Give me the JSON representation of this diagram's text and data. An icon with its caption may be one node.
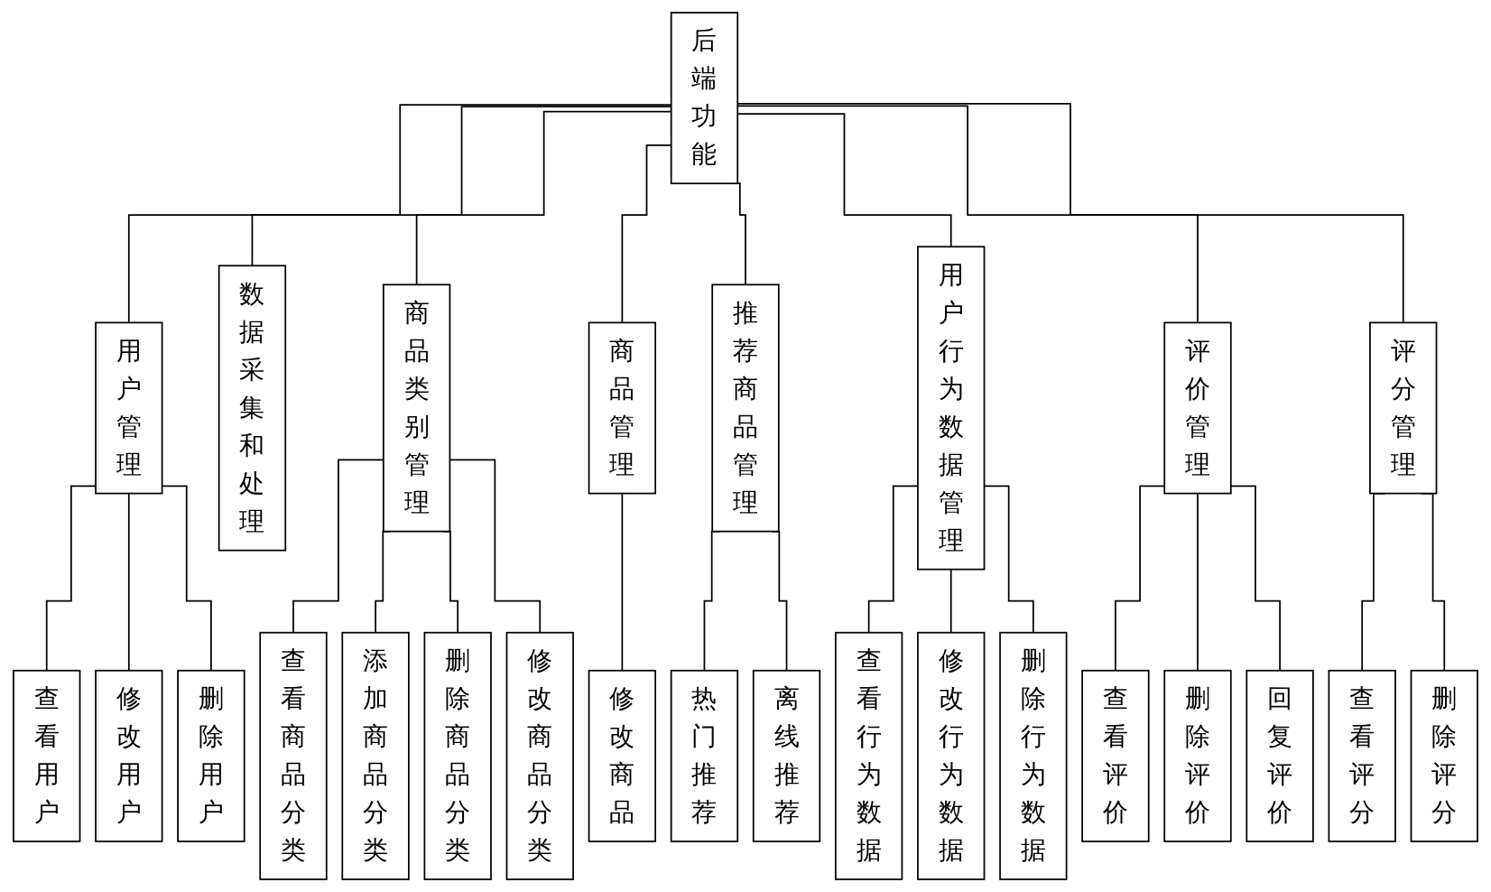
{
  "diagram": {
    "nodes": [
      {
        "text": [
          "后端功能"
        ]
      },
      {
        "text": [
          "用户管理"
        ]
      },
      {
        "text": [
          "数据采集和处理"
        ]
      },
      {
        "text": [
          "商品类别管理"
        ]
      },
      {
        "text": [
          "商品管理"
        ]
      },
      {
        "text": [
          "推荐商品管理"
        ]
      },
      {
        "text": [
          "用户行为数据管理"
        ]
      },
      {
        "text": [
          "评价管理"
        ]
      },
      {
        "text": [
          "评分管理"
        ]
      },
      {
        "text": [
          "查看用户"
        ]
      },
      {
        "text": [
          "修改用户"
        ]
      },
      {
        "text": [
          "删除用户"
        ]
      },
      {
        "text": [
          "查看商品分类"
        ]
      },
      {
        "text": [
          "添加商品分类"
        ]
      },
      {
        "text": [
          "删除商品分类"
        ]
      },
      {
        "text": [
          "修改商品分类"
        ]
      },
      {
        "text": [
          "修改商品"
        ]
      },
      {
        "text": [
          "热门推荐"
        ]
      },
      {
        "text": [
          "离线推荐"
        ]
      },
      {
        "text": [
          "查看行为数据"
        ]
      },
      {
        "text": [
          "修改行为数据"
        ]
      },
      {
        "text": [
          "删除行为数据"
        ]
      },
      {
        "text": [
          "查看评价"
        ]
      },
      {
        "text": [
          "删除评价"
        ]
      },
      {
        "text": [
          "回复评价"
        ]
      },
      {
        "text": [
          "查看评分"
        ]
      },
      {
        "text": [
          "删除评分"
        ]
      }
    ],
    "edges": [
      {
        "from": 0,
        "to": 1,
        "arrow": "none"
      },
      {
        "from": 0,
        "to": 2,
        "arrow": "none"
      },
      {
        "from": 0,
        "to": 3,
        "arrow": "none"
      },
      {
        "from": 0,
        "to": 4,
        "arrow": "none"
      },
      {
        "from": 0,
        "to": 5,
        "arrow": "none"
      },
      {
        "from": 0,
        "to": 6,
        "arrow": "none"
      },
      {
        "from": 0,
        "to": 7,
        "arrow": "none"
      },
      {
        "from": 0,
        "to": 8,
        "arrow": "none"
      },
      {
        "from": 1,
        "to": 9,
        "arrow": "none"
      },
      {
        "from": 1,
        "to": 10,
        "arrow": "none"
      },
      {
        "from": 1,
        "to": 11,
        "arrow": "none"
      },
      {
        "from": 3,
        "to": 12,
        "arrow": "none"
      },
      {
        "from": 3,
        "to": 13,
        "arrow": "none"
      },
      {
        "from": 3,
        "to": 14,
        "arrow": "none"
      },
      {
        "from": 3,
        "to": 15,
        "arrow": "none"
      },
      {
        "from": 4,
        "to": 16,
        "arrow": "none"
      },
      {
        "from": 5,
        "to": 17,
        "arrow": "none"
      },
      {
        "from": 5,
        "to": 18,
        "arrow": "none"
      },
      {
        "from": 6,
        "to": 19,
        "arrow": "none"
      },
      {
        "from": 6,
        "to": 20,
        "arrow": "none"
      },
      {
        "from": 6,
        "to": 21,
        "arrow": "none"
      },
      {
        "from": 7,
        "to": 22,
        "arrow": "none"
      },
      {
        "from": 7,
        "to": 23,
        "arrow": "none"
      },
      {
        "from": 7,
        "to": 24,
        "arrow": "none"
      },
      {
        "from": 8,
        "to": 25,
        "arrow": "none"
      },
      {
        "from": 8,
        "to": 26,
        "arrow": "none"
      }
    ]
  }
}
